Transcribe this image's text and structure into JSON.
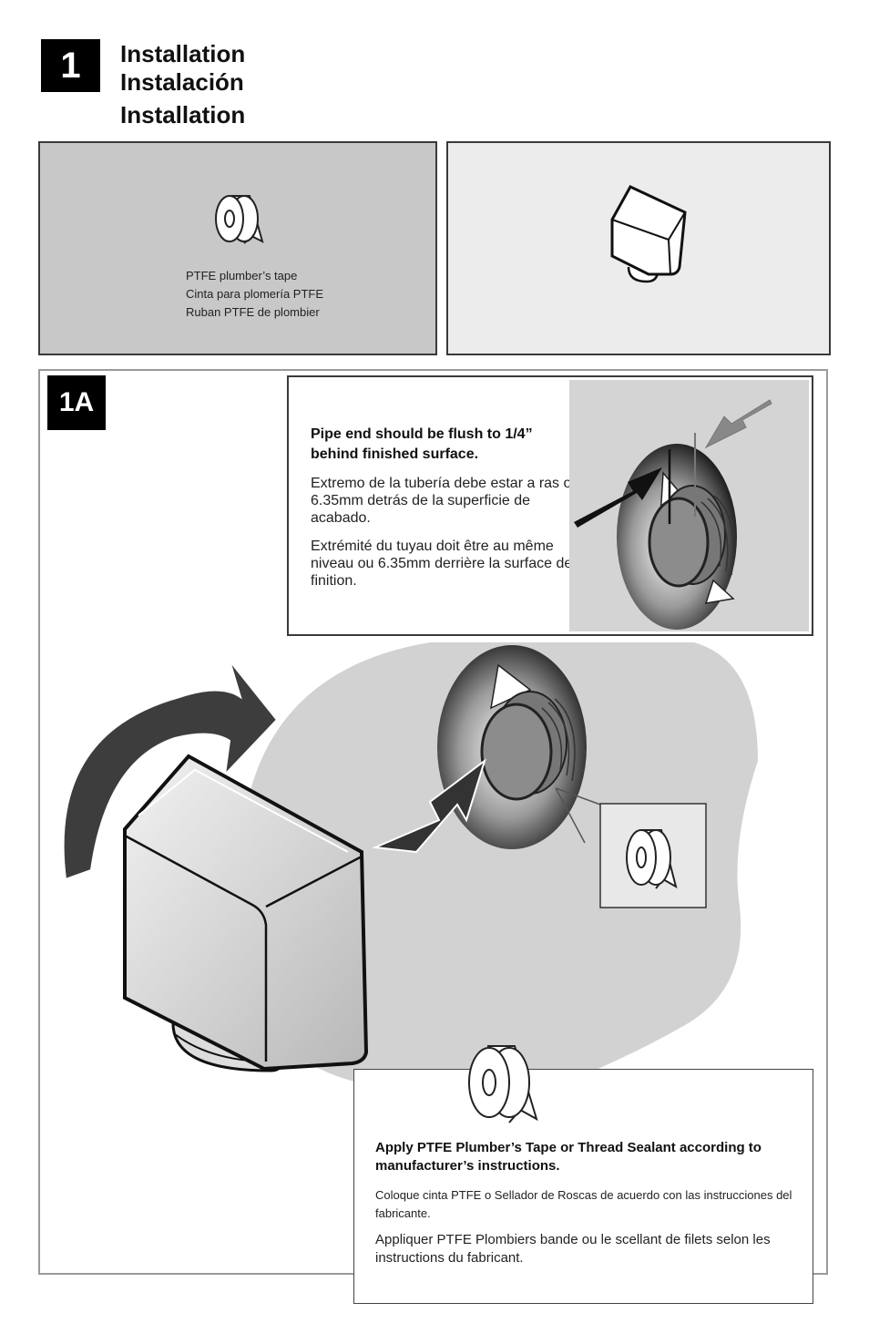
{
  "step": {
    "number": "1",
    "titles": [
      "Installation",
      "Instalación",
      "Installation"
    ]
  },
  "tools": {
    "icon": "tape-roll-icon",
    "labels": [
      "PTFE plumber’s tape",
      "Cinta para plomería PTFE",
      "Ruban PTFE de plombier"
    ]
  },
  "part": {
    "icon": "wall-elbow-icon"
  },
  "substep": {
    "label": "1A",
    "note_bold": "Pipe end should be flush to 1/4” behind finished surface.",
    "note_es": "Extremo de la tubería debe estar a ras o 6.35mm detrás de la superficie de acabado.",
    "note_fr": "Extrémité du tuyau doit être au même niveau ou 6.35mm derrière la surface de finition."
  },
  "instruction": {
    "icon": "tape-roll-icon",
    "bold": "Apply PTFE Plumber’s Tape or Thread Sealant according to manufacturer’s instructions.",
    "es": "Coloque cinta PTFE o Sellador de Roscas de acuerdo con las instrucciones del fabricante.",
    "fr": "Appliquer PTFE Plombiers bande ou le scellant de filets selon les instructions du fabricant."
  }
}
